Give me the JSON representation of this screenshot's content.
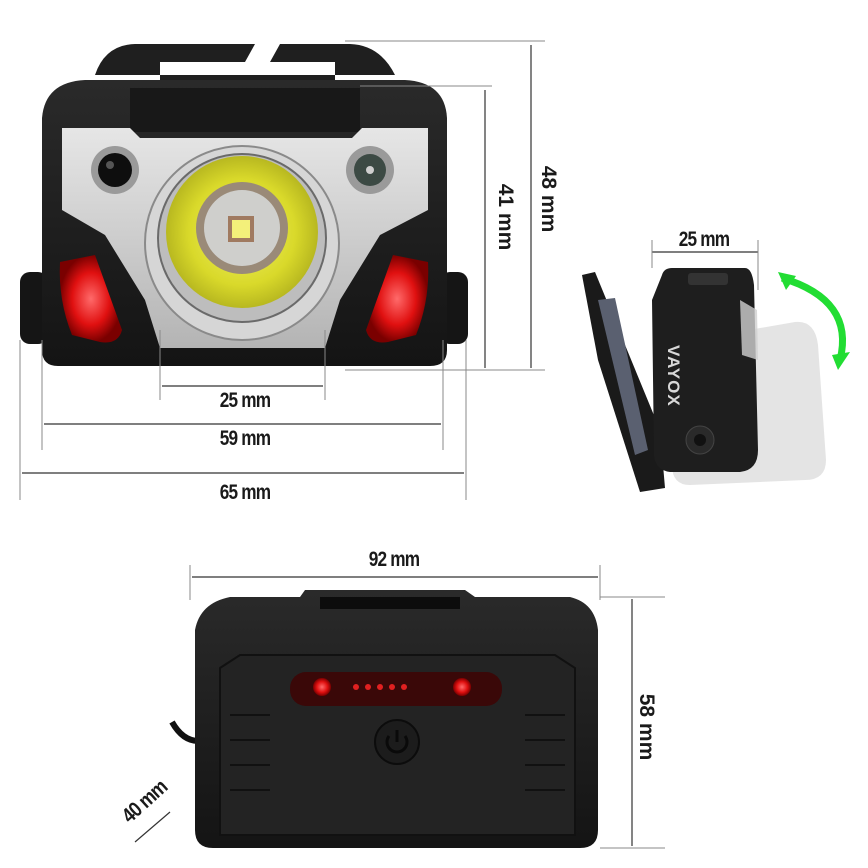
{
  "product": {
    "brand_logo": "VAYOX",
    "views": {
      "front": {
        "description": "Front view of headlamp with main LED and side red lights"
      },
      "side": {
        "description": "Side view showing tilt mechanism"
      },
      "back": {
        "description": "Rear view with red indicator bar and power button"
      }
    }
  },
  "dimensions": {
    "front_lens_width": "25 mm",
    "front_body_width": "59 mm",
    "front_total_width": "65 mm",
    "front_body_height": "41 mm",
    "front_total_height": "48 mm",
    "side_depth": "25 mm",
    "back_width": "92 mm",
    "back_height": "58 mm",
    "back_depth": "40 mm"
  },
  "colors": {
    "housing": "#1c1c1c",
    "silver_bezel": "#c8c8c8",
    "lens_yellow": "#d9d92a",
    "red_light": "#d0101a",
    "tilt_arrow": "#22dd33",
    "dim_line": "#555555"
  }
}
